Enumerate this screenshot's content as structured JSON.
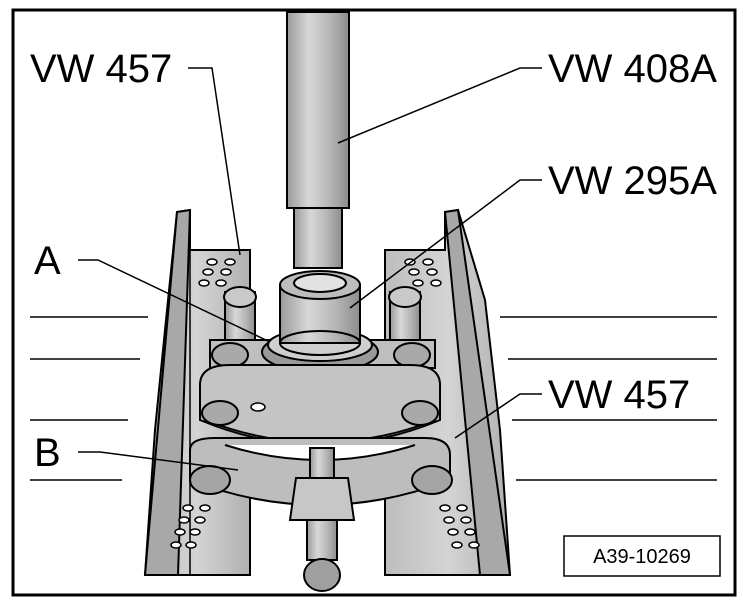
{
  "labels": {
    "vw457_top": "VW 457",
    "vw408a": "VW 408A",
    "vw295a": "VW 295A",
    "a": "A",
    "vw457_right": "VW 457",
    "b": "B"
  },
  "reference": "A39-10269"
}
